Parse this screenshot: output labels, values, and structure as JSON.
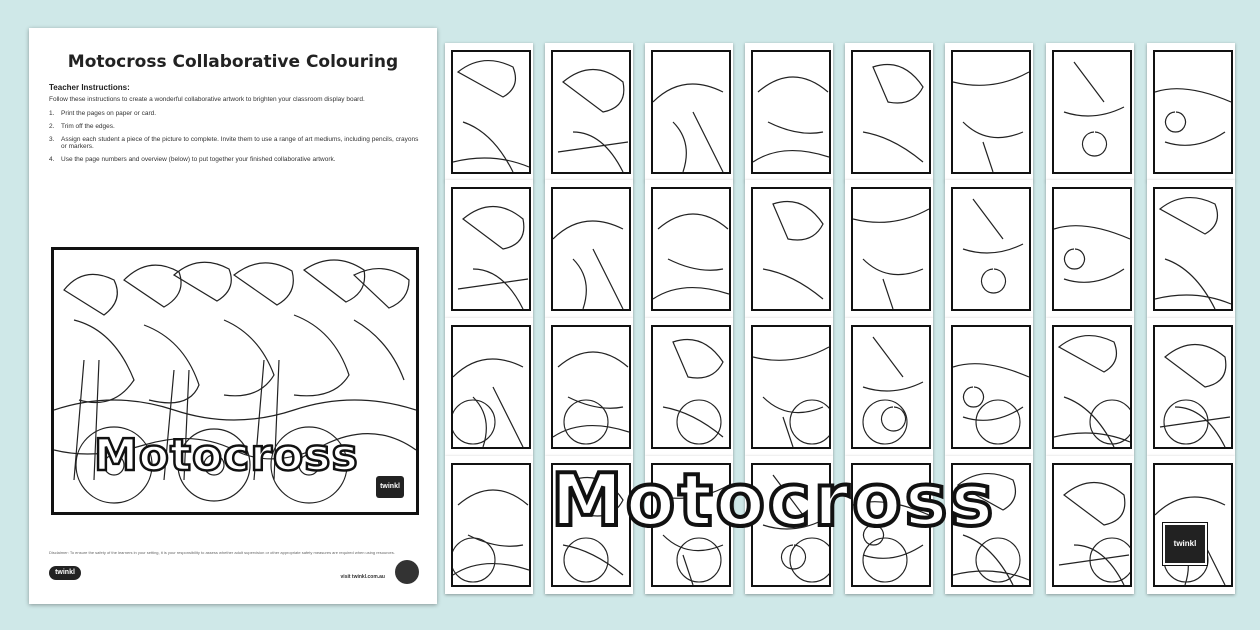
{
  "sheet": {
    "title": "Motocross Collaborative Colouring",
    "instructions_heading": "Teacher Instructions:",
    "instructions_intro": "Follow these instructions to create a wonderful collaborative artwork to brighten your classroom display board.",
    "steps": [
      {
        "num": "1.",
        "text": "Print the pages on paper or card."
      },
      {
        "num": "2.",
        "text": "Trim off the edges."
      },
      {
        "num": "3.",
        "text": "Assign each student a piece of the picture to complete. Invite them to use a range of art mediums, including pencils, crayons or markers."
      },
      {
        "num": "4.",
        "text": "Use the page numbers and overview (below) to put together your finished collaborative artwork."
      }
    ],
    "preview_word": "Motocross",
    "disclaimer": "Disclaimer: To ensure the safety of the learners in your setting, it is your responsibility to assess whether adult supervision or other appropriate safety measures are required when using resources.",
    "url": "visit twinkl.com.au",
    "logo": "twinkl"
  },
  "tiles": {
    "big_word": "Motocross",
    "logo": "twinkl"
  },
  "colors": {
    "background": "#cfe8e8",
    "paper": "#ffffff",
    "ink": "#111111"
  }
}
